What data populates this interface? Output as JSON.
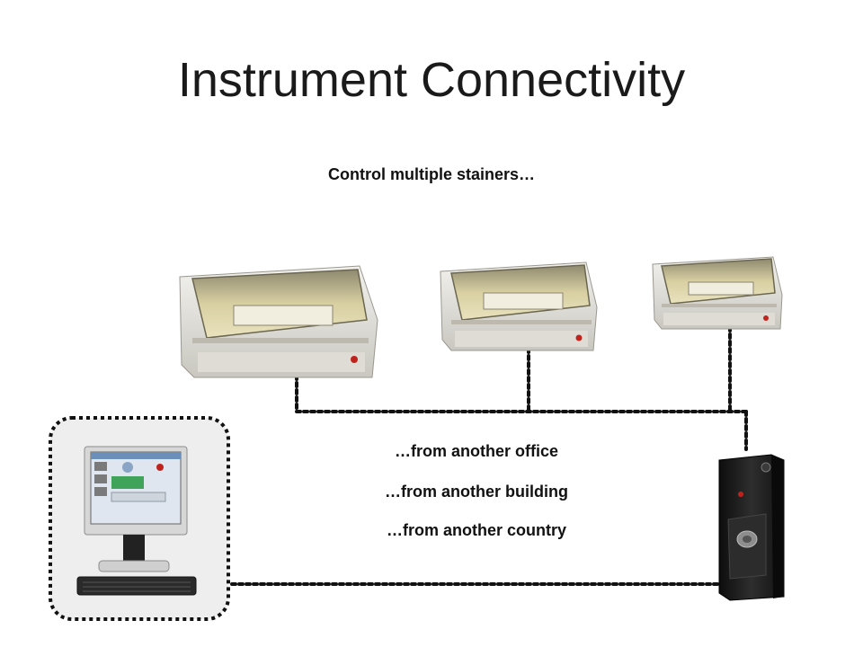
{
  "slide": {
    "title": "Instrument Connectivity",
    "subtitle": "Control multiple stainers…",
    "remote_lines": [
      "…from another office",
      "…from another building",
      "…from another country"
    ]
  },
  "devices": {
    "stainers": [
      "stainer",
      "stainer",
      "stainer"
    ],
    "server": "tower-server",
    "workstation": "lcd-workstation"
  },
  "colors": {
    "connector": "#111111",
    "workstation_panel": "#eeeeee",
    "stainer_body": "#e6e4de",
    "stainer_glass": "#cbbf8c",
    "server_body": "#1e1e1e",
    "brand_red": "#c0231e"
  }
}
